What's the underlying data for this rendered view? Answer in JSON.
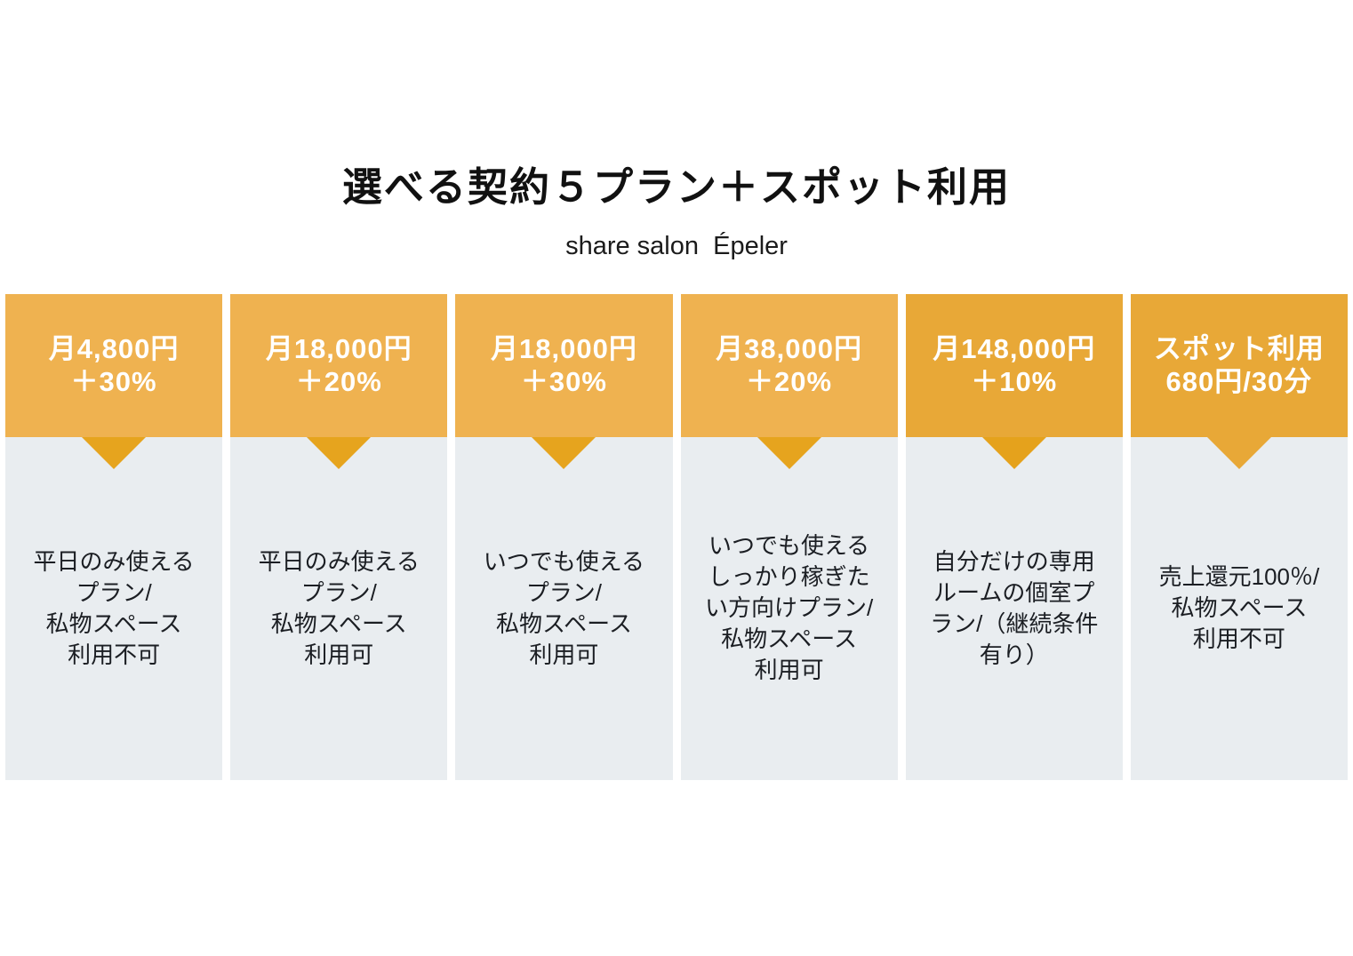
{
  "page": {
    "title": "選べる契約５プラン＋スポット利用",
    "subtitle": "share salon  Épeler",
    "background_color": "#FFFFFF"
  },
  "colors": {
    "header_amber_light": "#EFB250",
    "header_amber_dark": "#E8A837",
    "arrow_amber": "#E6A41E",
    "body_gray": "#E9EDF0",
    "header_text": "#FFFFFF",
    "body_text": "#1B1E23"
  },
  "plans": [
    {
      "price": "月4,800円\n＋30%",
      "description": "平日のみ使える\nプラン/\n私物スペース\n利用不可",
      "header_color": "#EFB250",
      "arrow_color": "#E6A41E"
    },
    {
      "price": "月18,000円\n＋20%",
      "description": "平日のみ使える\nプラン/\n私物スペース\n利用可",
      "header_color": "#EFB250",
      "arrow_color": "#E6A41E"
    },
    {
      "price": "月18,000円\n＋30%",
      "description": "いつでも使える\nプラン/\n私物スペース\n利用可",
      "header_color": "#EFB250",
      "arrow_color": "#E6A41E"
    },
    {
      "price": "月38,000円\n＋20%",
      "description": "いつでも使える\nしっかり稼ぎた\nい方向けプラン/\n私物スペース\n利用可",
      "header_color": "#EFB250",
      "arrow_color": "#E6A41E"
    },
    {
      "price": "月148,000円\n＋10%",
      "description": "自分だけの専用\nルームの個室プ\nラン/（継続条件\n有り）",
      "header_color": "#E8A837",
      "arrow_color": "#E5A21C"
    },
    {
      "price": "スポット利用\n680円/30分",
      "description": "売上還元100％/\n私物スペース\n利用不可",
      "header_color": "#E8A837",
      "arrow_color": "#E8A837"
    }
  ]
}
